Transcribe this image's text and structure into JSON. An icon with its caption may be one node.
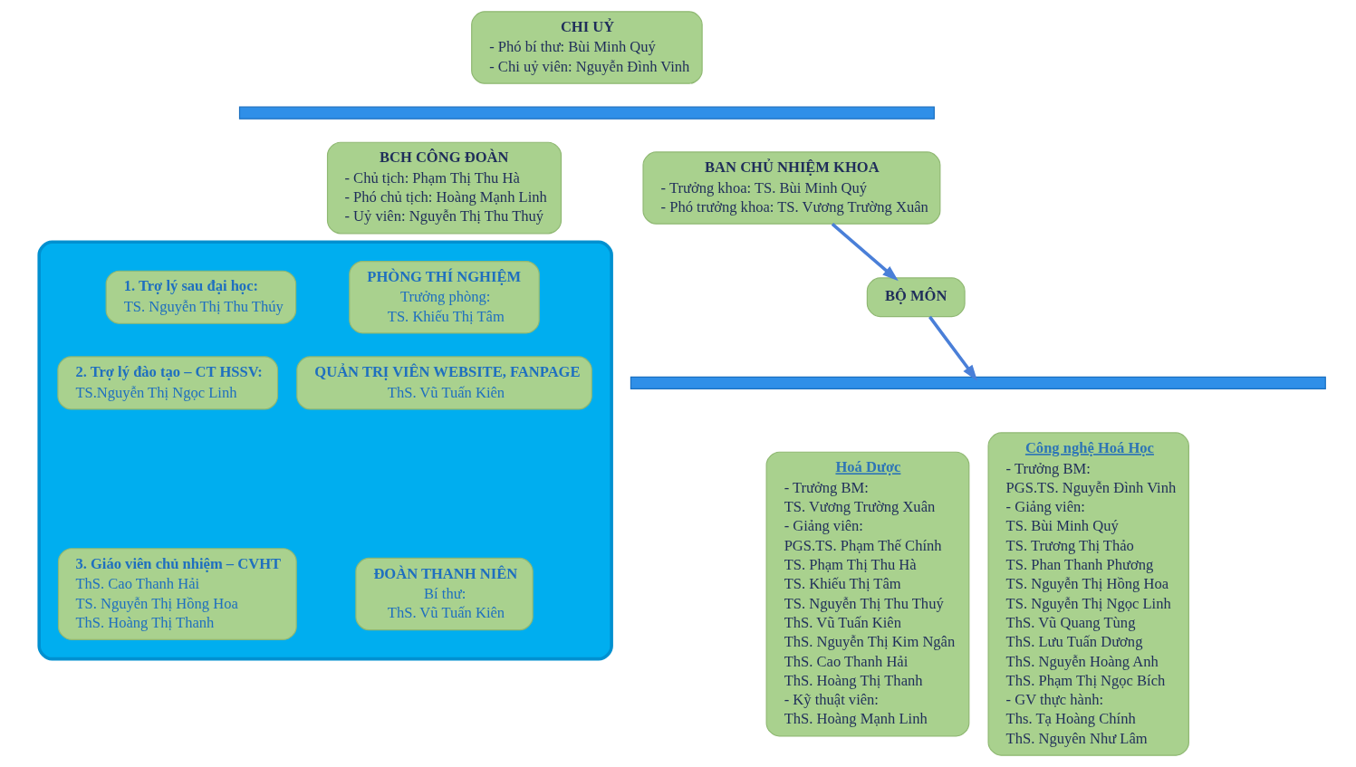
{
  "diagram": {
    "nodes": [
      {
        "text": [
          "CHI UỶ",
          "- Phó bí thư: Bùi Minh Quý",
          "- Chi uỷ viên: Nguyễn Đình Vinh"
        ]
      },
      {
        "text": [],
        "shape": "bar"
      },
      {
        "text": [
          "BAN CHỦ NHIỆM KHOA",
          "- Trưởng khoa: TS. Bùi Minh Quý",
          "- Phó trưởng khoa: TS. Vương Trường Xuân"
        ]
      },
      {
        "text": [
          "BCH CÔNG ĐOÀN",
          "- Chủ tịch: Phạm Thị Thu Hà",
          "- Phó chủ tịch: Hoàng Mạnh Linh",
          "- Uỷ viên: Nguyễn Thị Thu Thuý"
        ]
      },
      {
        "text": [
          "BỘ MÔN"
        ]
      },
      {
        "text": [],
        "shape": "bar"
      },
      {
        "text": [
          "Hoá Dược",
          "- Trưởng BM:",
          "TS. Vương Trường Xuân",
          "- Giảng viên:",
          "PGS.TS. Phạm Thế Chính",
          "TS. Phạm Thị Thu Hà",
          "TS. Khiếu Thị Tâm",
          "TS. Nguyễn Thị Thu Thuý",
          "ThS. Vũ Tuấn Kiên",
          "ThS. Nguyễn Thị Kim Ngân",
          "ThS. Cao Thanh Hải",
          "ThS. Hoàng Thị Thanh",
          "- Kỹ thuật viên:",
          "ThS. Hoàng Mạnh Linh"
        ]
      },
      {
        "text": [
          "Công nghệ Hoá Học",
          "- Trưởng BM:",
          "PGS.TS. Nguyễn Đình Vinh",
          "- Giảng viên:",
          "TS. Bùi Minh Quý",
          "TS. Trương Thị Thảo",
          "TS. Phan Thanh Phương",
          "TS. Nguyễn Thị Hồng Hoa",
          "TS. Nguyễn Thị Ngọc Linh",
          "ThS. Vũ Quang Tùng",
          "ThS. Lưu Tuấn Dương",
          "ThS. Nguyễn Hoàng Anh",
          "ThS. Phạm Thị Ngọc Bích",
          "- GV thực hành:",
          "Ths. Tạ Hoàng Chính",
          "ThS. Nguyên Như Lâm"
        ]
      },
      {
        "text": [],
        "shape": "box"
      },
      {
        "text": [
          "PHÒNG THÍ NGHIỆM",
          "Trưởng phòng:",
          "TS. Khiếu Thị Tâm"
        ],
        "in": 8
      },
      {
        "text": [
          "1. Trợ lý sau đại học:",
          "TS. Nguyễn Thị Thu Thúy"
        ],
        "in": 8
      },
      {
        "text": [
          "QUẢN TRỊ VIÊN WEBSITE, FANPAGE",
          "ThS. Vũ Tuấn Kiên"
        ],
        "in": 8
      },
      {
        "text": [
          "2. Trợ lý đào tạo – CT HSSV:",
          "TS.Nguyễn Thị Ngọc Linh"
        ],
        "in": 8
      },
      {
        "text": [
          "ĐOÀN THANH NIÊN",
          "Bí thư:",
          "ThS. Vũ Tuấn Kiên"
        ],
        "in": 8
      },
      {
        "text": [
          "3. Giáo viên chủ nhiệm – CVHT",
          "ThS. Cao Thanh Hải",
          "TS. Nguyễn Thị Hồng Hoa",
          "ThS. Hoàng Thị Thanh"
        ],
        "in": 8
      }
    ],
    "edges": [
      {
        "from": 2,
        "to": 4,
        "arrow": "to"
      },
      {
        "from": 4,
        "to": 5,
        "arrow": "to"
      }
    ]
  }
}
